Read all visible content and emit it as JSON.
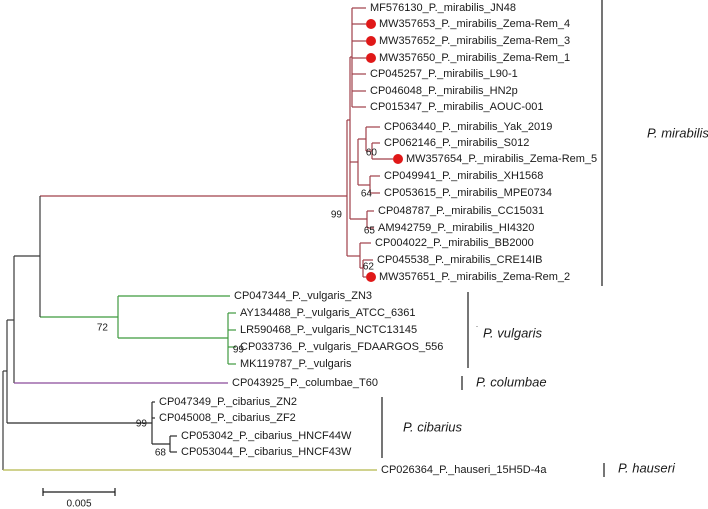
{
  "colors": {
    "mirabilis": "#a0404a",
    "vulgaris": "#3f9a3f",
    "columbae": "#8a4a9a",
    "cibarius": "#2b2b2b",
    "hauseri": "#b5b84a",
    "root": "#3a3a3a",
    "marker": "#e01818",
    "ink": "#1a1a1a"
  },
  "leaves": [
    {
      "label": "MF576130_P._mirabilis_JN48",
      "marker": false
    },
    {
      "label": "MW357653_P._mirabilis_Zema-Rem_4",
      "marker": true
    },
    {
      "label": "MW357652_P._mirabilis_Zema-Rem_3",
      "marker": true
    },
    {
      "label": "MW357650_P._mirabilis_Zema-Rem_1",
      "marker": true
    },
    {
      "label": "CP045257_P._mirabilis_L90-1",
      "marker": false
    },
    {
      "label": "CP046048_P._mirabilis_HN2p",
      "marker": false
    },
    {
      "label": "CP015347_P._mirabilis_AOUC-001",
      "marker": false
    },
    {
      "label": "CP063440_P._mirabilis_Yak_2019",
      "marker": false
    },
    {
      "label": "CP062146_P._mirabilis_S012",
      "marker": false
    },
    {
      "label": "MW357654_P._mirabilis_Zema-Rem_5",
      "marker": true
    },
    {
      "label": "CP049941_P._mirabilis_XH1568",
      "marker": false
    },
    {
      "label": "CP053615_P._mirabilis_MPE0734",
      "marker": false
    },
    {
      "label": "CP048787_P._mirabilis_CC15031",
      "marker": false
    },
    {
      "label": "AM942759_P._mirabilis_HI4320",
      "marker": false
    },
    {
      "label": "CP004022_P._mirabilis_BB2000",
      "marker": false
    },
    {
      "label": "CP045538_P._mirabilis_CRE14IB",
      "marker": false
    },
    {
      "label": "MW357651_P._mirabilis_Zema-Rem_2",
      "marker": true
    },
    {
      "label": "CP047344_P._vulgaris_ZN3",
      "marker": false
    },
    {
      "label": "AY134488_P._vulgaris_ATCC_6361",
      "marker": false
    },
    {
      "label": "LR590468_P._vulgaris_NCTC13145",
      "marker": false
    },
    {
      "label": "CP033736_P._vulgaris_FDAARGOS_556",
      "marker": false
    },
    {
      "label": "MK119787_P._vulgaris",
      "marker": false
    },
    {
      "label": "CP043925_P._columbae_T60",
      "marker": false
    },
    {
      "label": "CP047349_P._cibarius_ZN2",
      "marker": false
    },
    {
      "label": "CP045008_P._cibarius_ZF2",
      "marker": false
    },
    {
      "label": "CP053042_P._cibarius_HNCF44W",
      "marker": false
    },
    {
      "label": "CP053044_P._cibarius_HNCF43W",
      "marker": false
    },
    {
      "label": "CP026364_P._hauseri_15H5D-4a",
      "marker": false
    }
  ],
  "bootstrap": [
    "99",
    "60",
    "64",
    "65",
    "62",
    "72",
    "99",
    "99",
    "68"
  ],
  "clades": [
    "P. mirabilis",
    "P. vulgaris",
    "P. columbae",
    "P. cibarius",
    "P. hauseri"
  ],
  "scale_bar": {
    "label": "0.005"
  }
}
